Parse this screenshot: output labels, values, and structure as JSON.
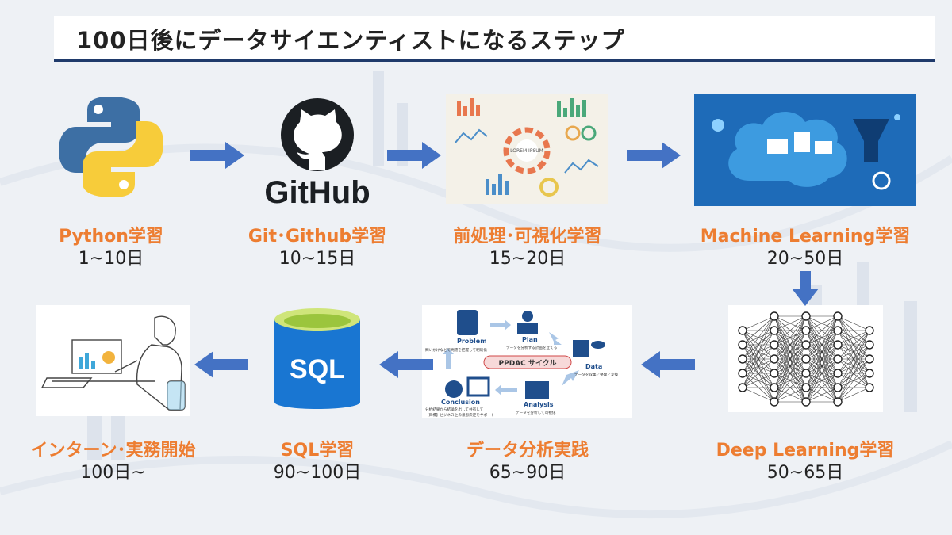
{
  "header": {
    "title": "100日後にデータサイエンティストになるステップ"
  },
  "colors": {
    "accent_orange": "#ed7d31",
    "arrow_blue": "#4472c4",
    "header_rule": "#1f3a6b"
  },
  "steps": [
    {
      "label": "Python学習",
      "days": "1~10日",
      "icon": "python-logo-icon"
    },
    {
      "label": "Git･Github学習",
      "days": "10~15日",
      "icon": "github-logo-icon",
      "logo_text": "GitHub"
    },
    {
      "label": "前処理･可視化学習",
      "days": "15~20日",
      "icon": "data-visualization-icon",
      "image_text": "LOREM IPSUM"
    },
    {
      "label": "Machine Learning学習",
      "days": "20~50日",
      "icon": "machine-learning-icon"
    },
    {
      "label": "Deep Learning学習",
      "days": "50~65日",
      "icon": "neural-network-icon"
    },
    {
      "label": "データ分析実践",
      "days": "65~90日",
      "icon": "ppdac-cycle-icon",
      "ppdac": {
        "center": "PPDAC サイクル",
        "problem_title": "Problem",
        "problem_desc": "問いかけなどで問題を把握して明確化",
        "plan_title": "Plan",
        "plan_desc": "データを分析する計画を立てる",
        "data_title": "Data",
        "data_desc": "データを収集／整理／変換",
        "analysis_title": "Analysis",
        "analysis_desc": "データを分析して可視化",
        "conclusion_title": "Conclusion",
        "conclusion_desc1": "分析結果から結論を出して共有して",
        "conclusion_desc2": "【目標】ビジネス上の意思決定をサポート"
      }
    },
    {
      "label": "SQL学習",
      "days": "90~100日",
      "icon": "sql-database-icon",
      "logo_text": "SQL"
    },
    {
      "label": "インターン･実務開始",
      "days": "100日~",
      "icon": "person-at-computer-icon"
    }
  ]
}
